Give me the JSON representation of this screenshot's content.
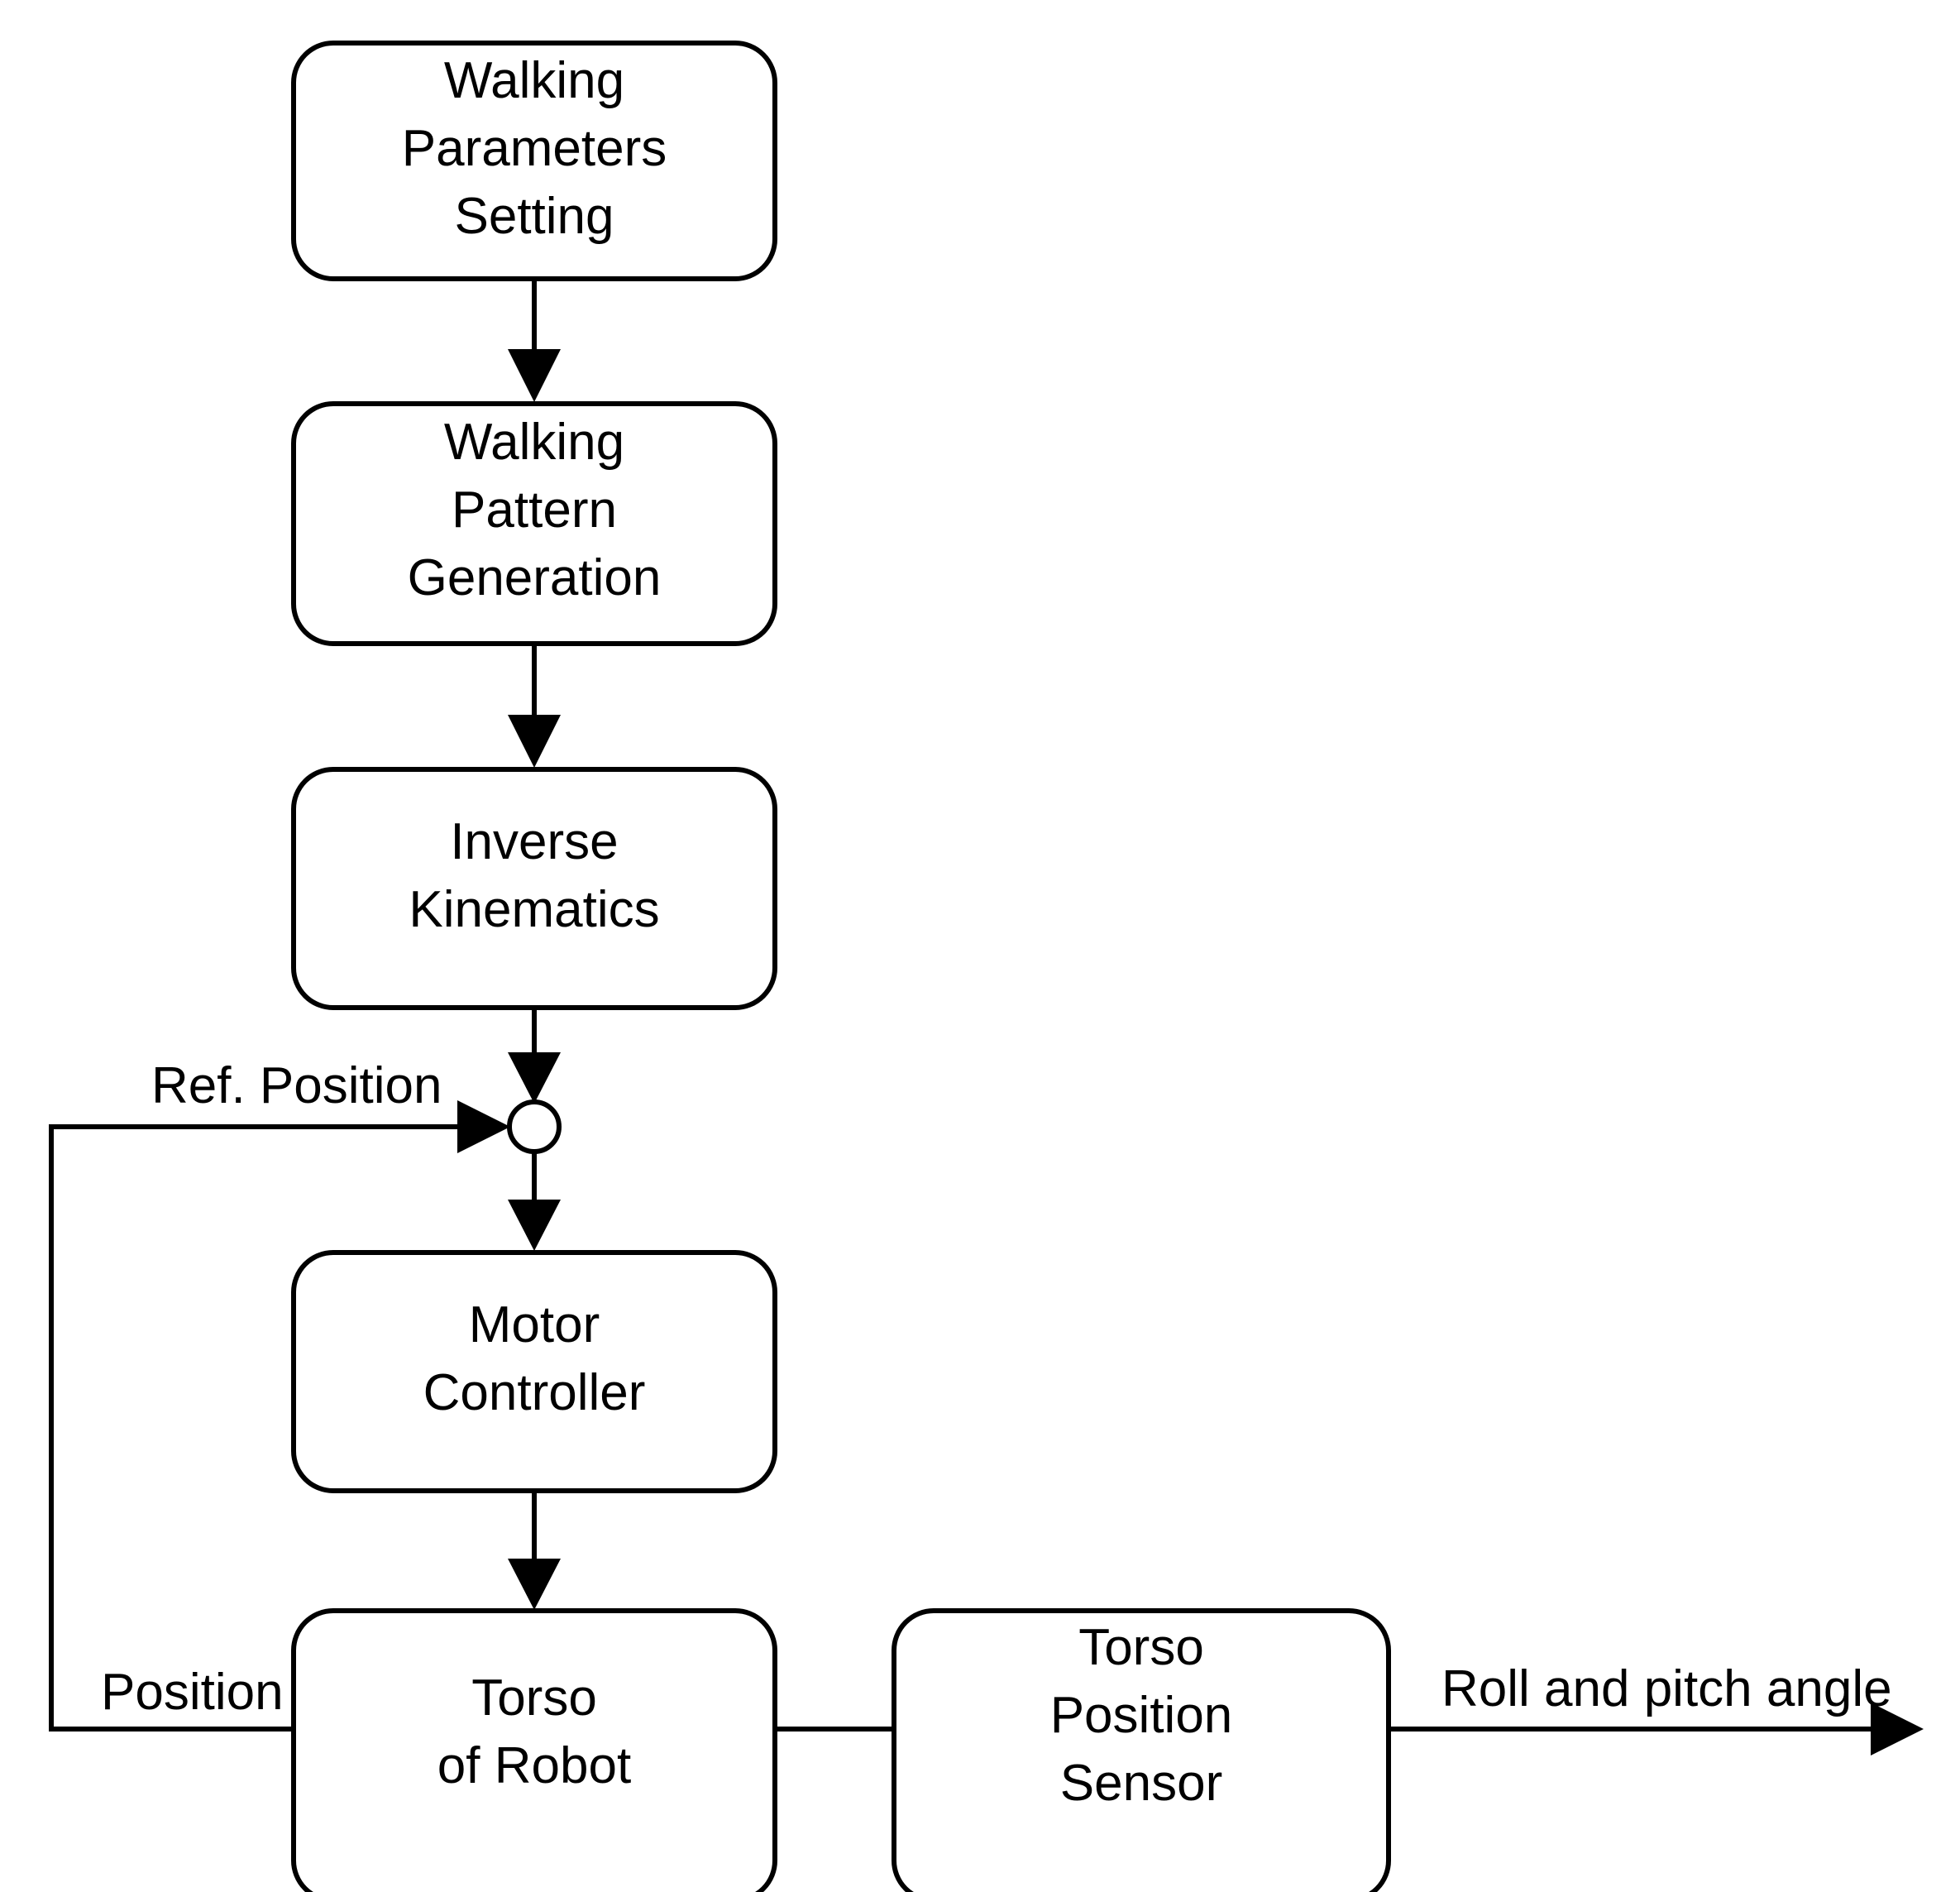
{
  "diagram": {
    "title": "Humanoid Walking Control Block Diagram",
    "type": "block-diagram",
    "background_color": "#ffffff",
    "line_color": "#000000",
    "blocks": [
      {
        "id": "walking-parameters-setting",
        "lines": [
          "Walking",
          "Parameters",
          "Setting"
        ],
        "shape": "rounded-rectangle"
      },
      {
        "id": "walking-pattern-generation",
        "lines": [
          "Walking",
          "Pattern",
          "Generation"
        ],
        "shape": "rounded-rectangle"
      },
      {
        "id": "inverse-kinematics",
        "lines": [
          "Inverse",
          "Kinematics"
        ],
        "shape": "rounded-rectangle"
      },
      {
        "id": "motor-controller",
        "lines": [
          "Motor",
          "Controller"
        ],
        "shape": "rounded-rectangle"
      },
      {
        "id": "torso-of-robot",
        "lines": [
          "Torso",
          "of Robot"
        ],
        "shape": "rounded-rectangle"
      },
      {
        "id": "torso-position-sensor",
        "lines": [
          "Torso",
          "Position",
          "Sensor"
        ],
        "shape": "rounded-rectangle"
      }
    ],
    "junctions": [
      {
        "id": "summing-junction",
        "shape": "circle"
      }
    ],
    "edge_labels": [
      {
        "id": "ref-position",
        "text": "Ref. Position"
      },
      {
        "id": "position",
        "text": "Position"
      },
      {
        "id": "roll-and-pitch-angle",
        "text": "Roll and pitch angle"
      }
    ]
  }
}
